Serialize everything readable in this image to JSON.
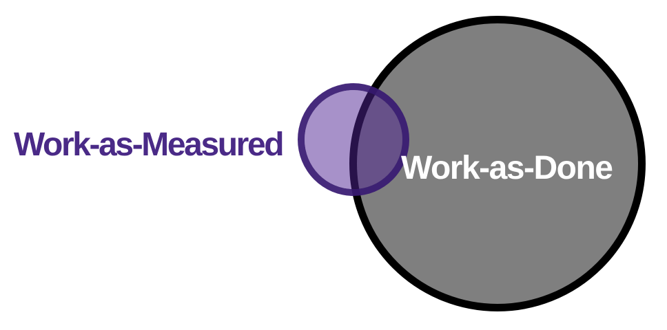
{
  "diagram": {
    "type": "venn",
    "background_color": "#FFFFFF",
    "circles": [
      {
        "id": "measured",
        "label": "Work-as-Measured",
        "fill_color": "#4F2393",
        "fill_opacity": 0.5,
        "ring_color": "#381A72",
        "label_color": "#4A2A87",
        "label_position": "outside-left"
      },
      {
        "id": "done",
        "label": "Work-as-Done",
        "fill_color": "#7F7F7F",
        "ring_color": "#000000",
        "label_color": "#FFFFFF",
        "label_position": "inside"
      }
    ],
    "relationship": "small measured circle partially overlaps large done circle"
  }
}
